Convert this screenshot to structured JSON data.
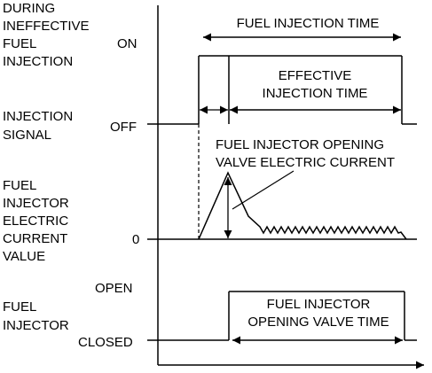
{
  "left_labels": {
    "during": "DURING",
    "ineffective": "INEFFECTIVE",
    "fuel": "FUEL",
    "injection": "INJECTION",
    "signal_injection": "INJECTION",
    "signal": "SIGNAL",
    "current_fuel": "FUEL",
    "current_injector": "INJECTOR",
    "current_electric": "ELECTRIC",
    "current_current": "CURRENT",
    "current_value": "VALUE",
    "valve_fuel": "FUEL",
    "valve_injector": "INJECTOR"
  },
  "levels": {
    "on": "ON",
    "off": "OFF",
    "zero": "0",
    "open": "OPEN",
    "closed": "CLOSED"
  },
  "annotations": {
    "fuel_injection_time": "FUEL INJECTION TIME",
    "effective_line1": "EFFECTIVE",
    "effective_line2": "INJECTION TIME",
    "opening_current_line1": "FUEL INJECTOR OPENING",
    "opening_current_line2": "VALVE ELECTRIC  CURRENT",
    "opening_time_line1": "FUEL INJECTOR",
    "opening_time_line2": "OPENING VALVE TIME"
  }
}
